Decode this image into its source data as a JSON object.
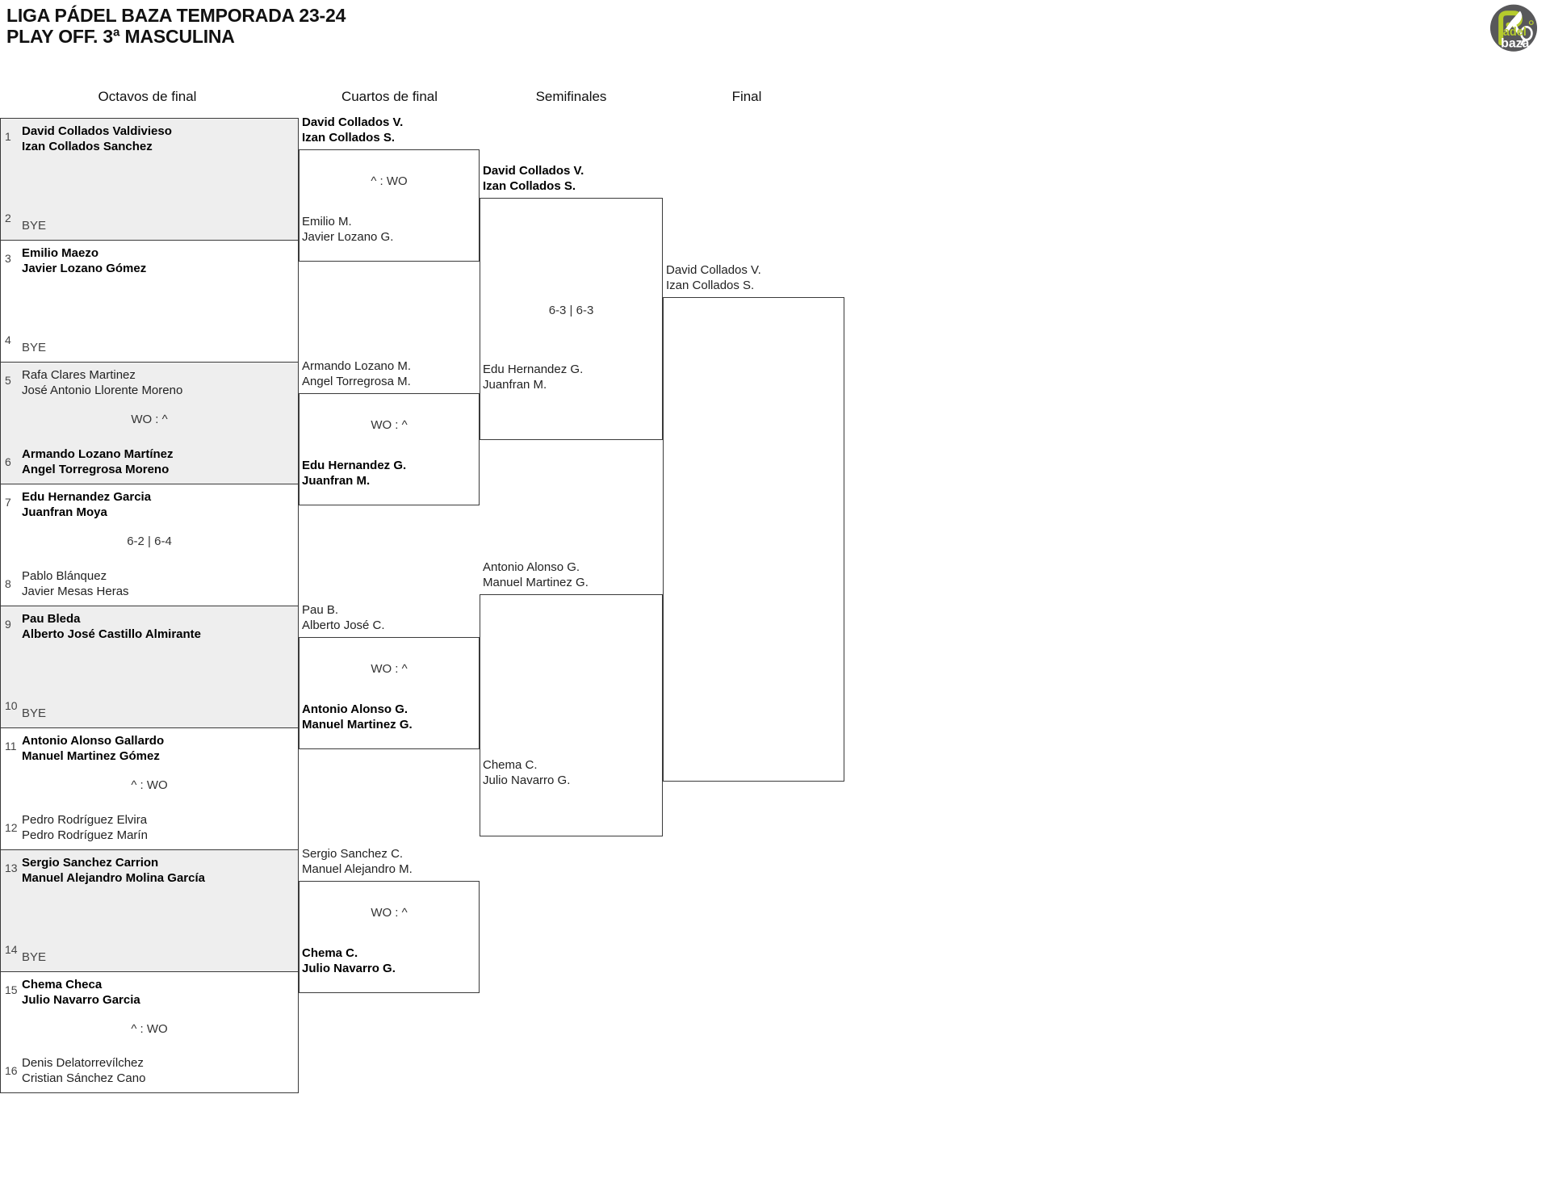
{
  "header": {
    "title_line1": "LIGA PÁDEL BAZA TEMPORADA 23-24",
    "title_line2": "PLAY OFF. 3ª MASCULINA",
    "logo_name": "padel-baza-logo",
    "logo_text_top": "Padel",
    "logo_text_bottom": "baza"
  },
  "rounds": [
    {
      "key": "r16",
      "label": "Octavos de final"
    },
    {
      "key": "qf",
      "label": "Cuartos de final"
    },
    {
      "key": "sf",
      "label": "Semifinales"
    },
    {
      "key": "f",
      "label": "Final"
    }
  ],
  "colors": {
    "shaded_row": "#eeeeee",
    "border": "#3a3a3a",
    "text": "#222222",
    "logo_green": "#b5cb2c",
    "logo_gray": "#58585a"
  },
  "bracket": {
    "round_of_16": [
      {
        "shaded": true,
        "score": "",
        "top": {
          "seed": "1",
          "p1": "David Collados Valdivieso",
          "p2": "Izan Collados Sanchez",
          "winner": true,
          "bye": false
        },
        "bottom": {
          "seed": "2",
          "p1": "BYE",
          "p2": "",
          "winner": false,
          "bye": true
        }
      },
      {
        "shaded": false,
        "score": "",
        "top": {
          "seed": "3",
          "p1": "Emilio Maezo",
          "p2": "Javier Lozano Gómez",
          "winner": true,
          "bye": false
        },
        "bottom": {
          "seed": "4",
          "p1": "BYE",
          "p2": "",
          "winner": false,
          "bye": true
        }
      },
      {
        "shaded": true,
        "score": "WO : ^",
        "top": {
          "seed": "5",
          "p1": "Rafa Clares Martinez",
          "p2": "José Antonio Llorente Moreno",
          "winner": false,
          "bye": false
        },
        "bottom": {
          "seed": "6",
          "p1": "Armando Lozano Martínez",
          "p2": "Angel Torregrosa Moreno",
          "winner": true,
          "bye": false
        }
      },
      {
        "shaded": false,
        "score": "6-2 | 6-4",
        "top": {
          "seed": "7",
          "p1": "Edu Hernandez Garcia",
          "p2": "Juanfran Moya",
          "winner": true,
          "bye": false
        },
        "bottom": {
          "seed": "8",
          "p1": "Pablo Blánquez",
          "p2": "Javier Mesas Heras",
          "winner": false,
          "bye": false
        }
      },
      {
        "shaded": true,
        "score": "",
        "top": {
          "seed": "9",
          "p1": "Pau Bleda",
          "p2": "Alberto José Castillo Almirante",
          "winner": true,
          "bye": false
        },
        "bottom": {
          "seed": "10",
          "p1": "BYE",
          "p2": "",
          "winner": false,
          "bye": true
        }
      },
      {
        "shaded": false,
        "score": "^ : WO",
        "top": {
          "seed": "11",
          "p1": "Antonio Alonso Gallardo",
          "p2": "Manuel Martinez Gómez",
          "winner": true,
          "bye": false
        },
        "bottom": {
          "seed": "12",
          "p1": "Pedro Rodríguez Elvira",
          "p2": "Pedro Rodríguez Marín",
          "winner": false,
          "bye": false
        }
      },
      {
        "shaded": true,
        "score": "",
        "top": {
          "seed": "13",
          "p1": "Sergio Sanchez Carrion",
          "p2": "Manuel Alejandro Molina García",
          "winner": true,
          "bye": false
        },
        "bottom": {
          "seed": "14",
          "p1": "BYE",
          "p2": "",
          "winner": false,
          "bye": true
        }
      },
      {
        "shaded": false,
        "score": "^ : WO",
        "top": {
          "seed": "15",
          "p1": "Chema Checa",
          "p2": "Julio Navarro Garcia",
          "winner": true,
          "bye": false
        },
        "bottom": {
          "seed": "16",
          "p1": "Denis Delatorrevílchez",
          "p2": "Cristian Sánchez Cano",
          "winner": false,
          "bye": false
        }
      }
    ],
    "quarter_finals": [
      {
        "score": "^ : WO",
        "top": {
          "p1": "David Collados V.",
          "p2": "Izan Collados S.",
          "winner": true
        },
        "bottom": {
          "p1": "Emilio M.",
          "p2": "Javier Lozano G.",
          "winner": false
        }
      },
      {
        "score": "WO : ^",
        "top": {
          "p1": "Armando Lozano M.",
          "p2": "Angel Torregrosa M.",
          "winner": false
        },
        "bottom": {
          "p1": "Edu Hernandez G.",
          "p2": "Juanfran M.",
          "winner": true
        }
      },
      {
        "score": "WO : ^",
        "top": {
          "p1": "Pau B.",
          "p2": "Alberto José C.",
          "winner": false
        },
        "bottom": {
          "p1": "Antonio Alonso G.",
          "p2": "Manuel Martinez G.",
          "winner": true
        }
      },
      {
        "score": "WO : ^",
        "top": {
          "p1": "Sergio Sanchez C.",
          "p2": "Manuel Alejandro M.",
          "winner": false
        },
        "bottom": {
          "p1": "Chema C.",
          "p2": "Julio Navarro G.",
          "winner": true
        }
      }
    ],
    "semi_finals": [
      {
        "score": "6-3 | 6-3",
        "top": {
          "p1": "David Collados V.",
          "p2": "Izan Collados S.",
          "winner": true
        },
        "bottom": {
          "p1": "Edu Hernandez G.",
          "p2": "Juanfran M.",
          "winner": false
        }
      },
      {
        "score": "",
        "top": {
          "p1": "Antonio Alonso G.",
          "p2": "Manuel Martinez G.",
          "winner": false
        },
        "bottom": {
          "p1": "Chema C.",
          "p2": "Julio Navarro G.",
          "winner": false
        }
      }
    ],
    "final": [
      {
        "score": "",
        "top": {
          "p1": "David Collados V.",
          "p2": "Izan Collados S.",
          "winner": false
        }
      }
    ]
  }
}
